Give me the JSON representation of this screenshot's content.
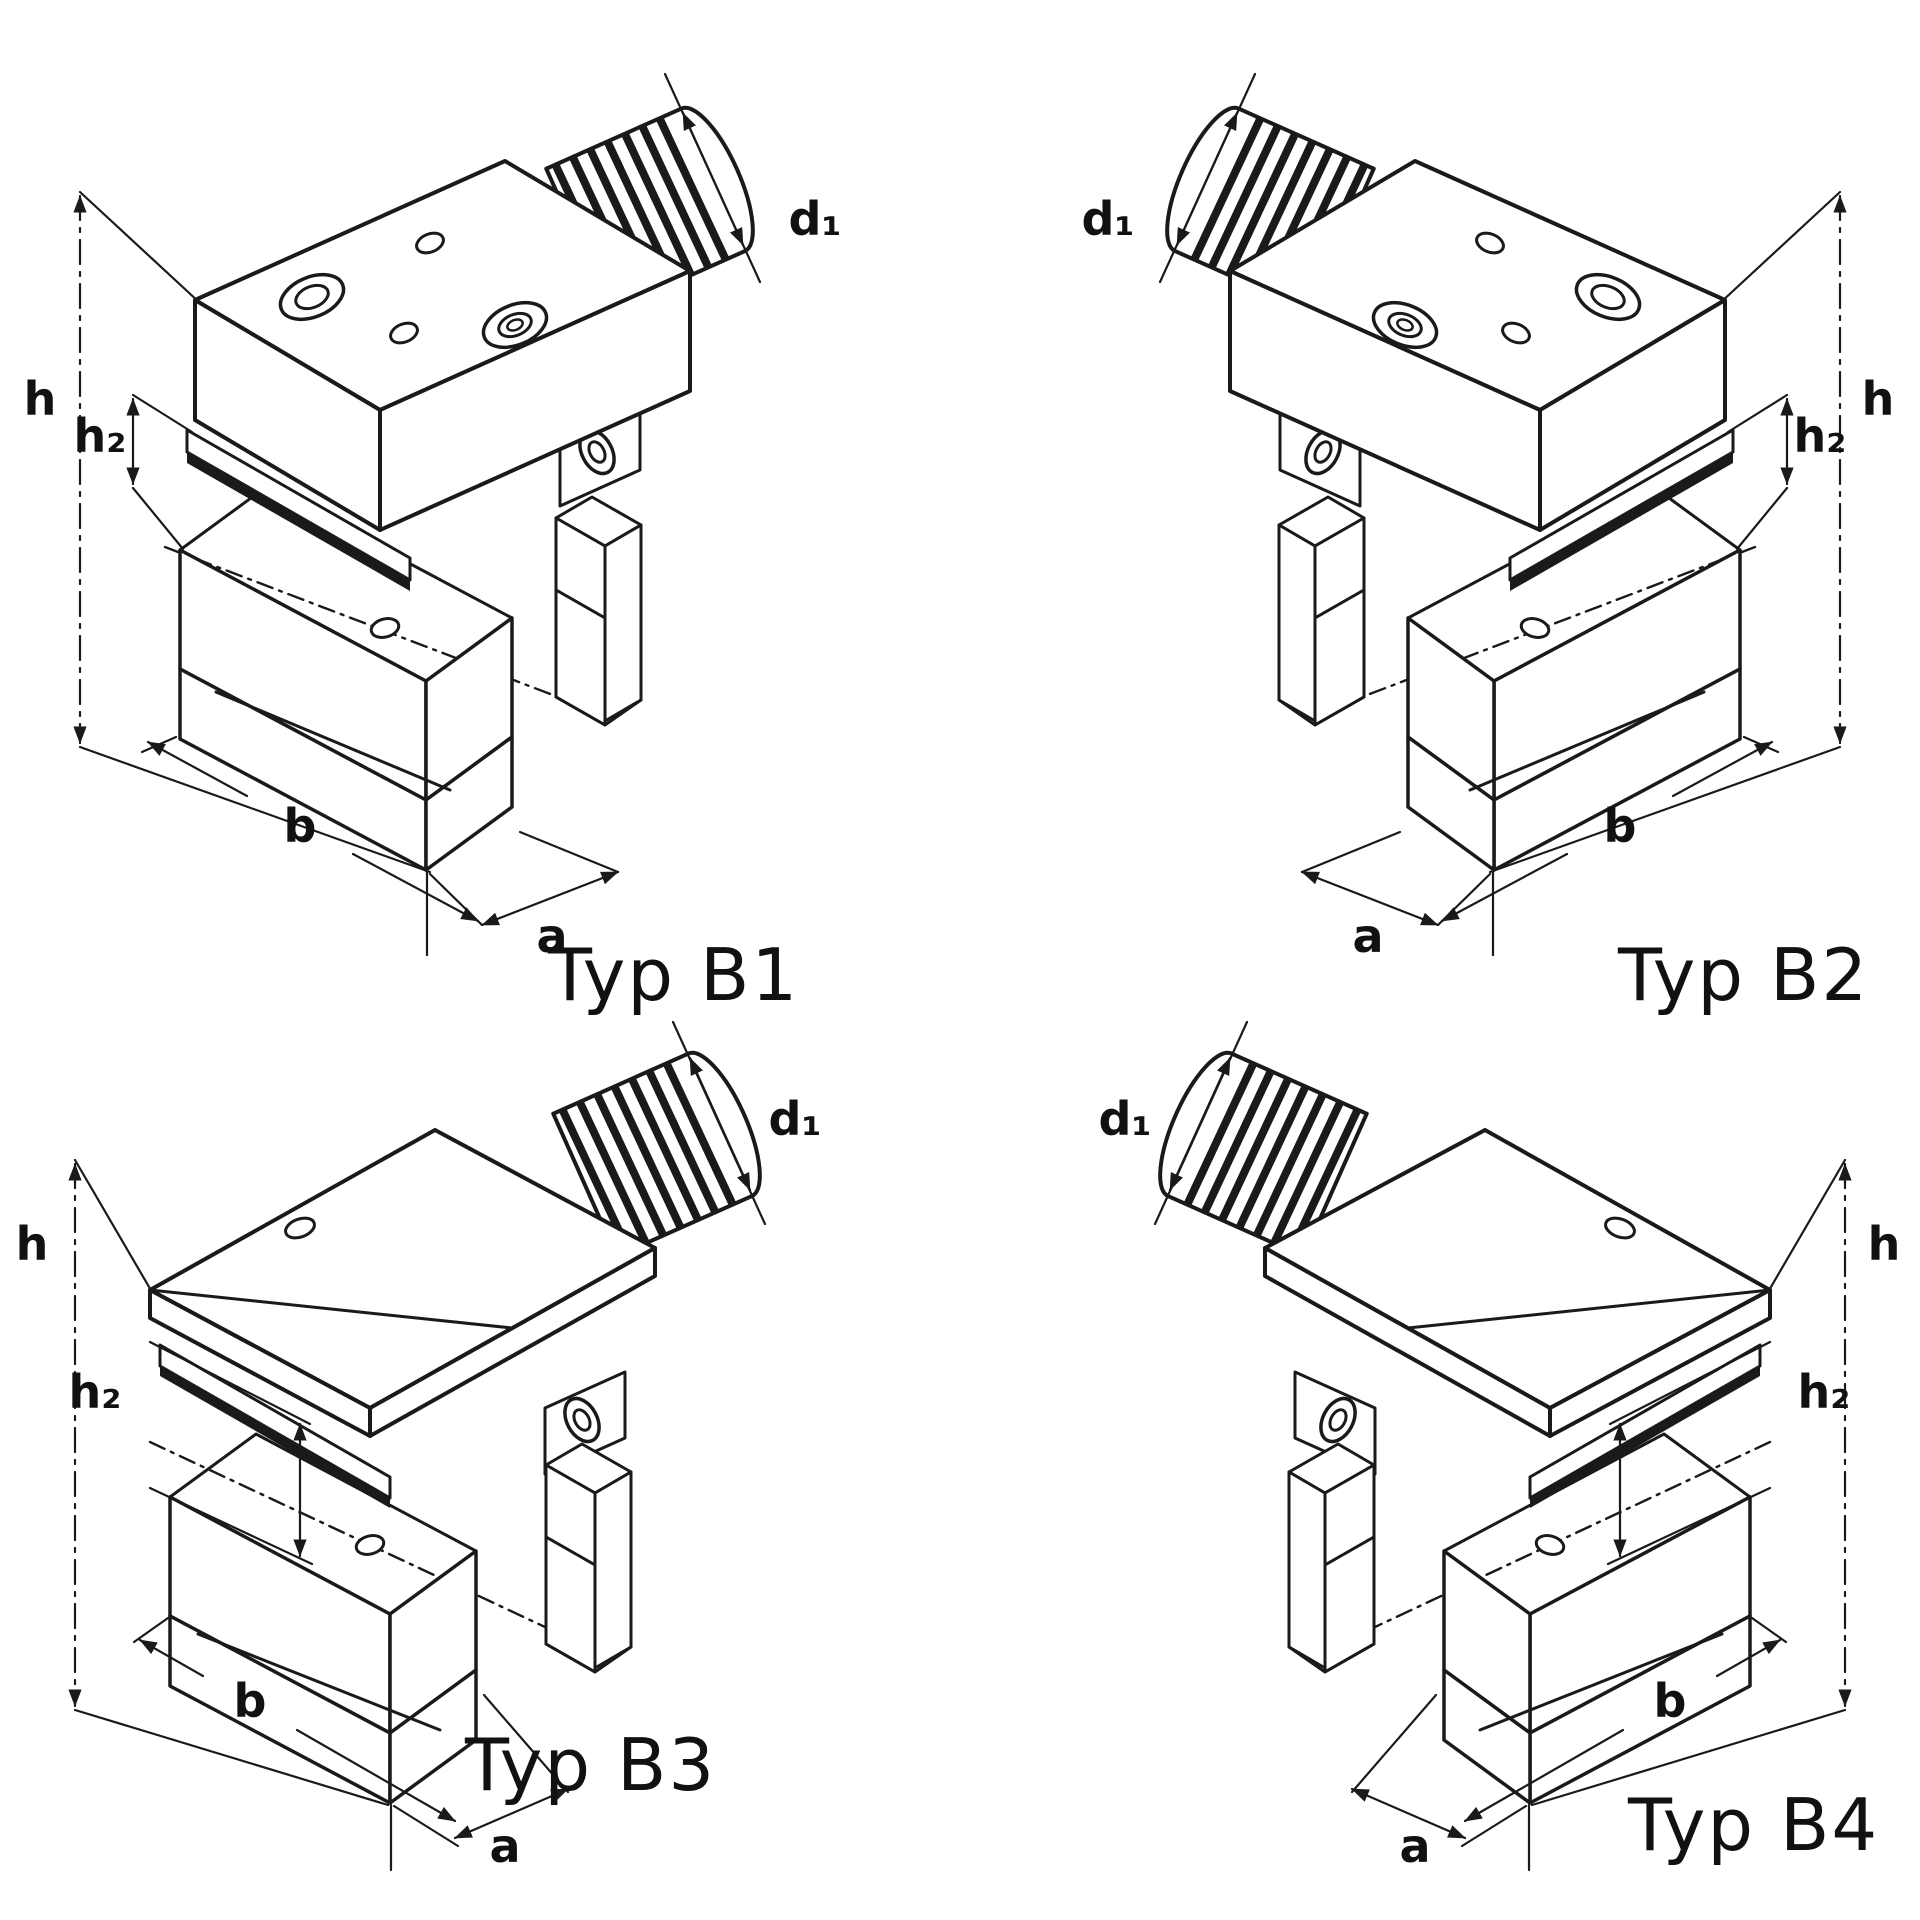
{
  "labels": {
    "h": "h",
    "h2": "h₂",
    "d1": "d₁",
    "a": "a",
    "b": "b"
  },
  "diagrams": [
    {
      "id": "B1",
      "type_label": "Typ B1"
    },
    {
      "id": "B2",
      "type_label": "Typ B2"
    },
    {
      "id": "B3",
      "type_label": "Typ B3"
    },
    {
      "id": "B4",
      "type_label": "Typ B4"
    }
  ]
}
